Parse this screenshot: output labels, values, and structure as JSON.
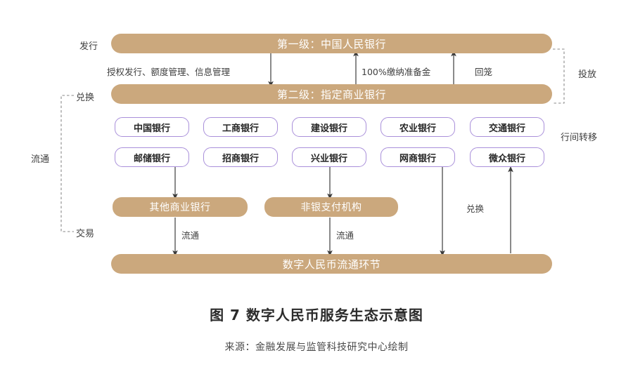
{
  "figure": {
    "caption": "图 7 数字人民币服务生态示意图",
    "source": "来源：金融发展与监管科技研究中心绘制",
    "colors": {
      "bar_fill": "#cba87d",
      "bank_border": "#a98fda",
      "bar_text": "#ffffff",
      "label_text": "#3f3f3f",
      "arrow": "#3c3c3c",
      "bracket": "#808080"
    }
  },
  "tiers": {
    "tier1": "第一级：中国人民银行",
    "tier2": "第二级：指定商业银行"
  },
  "side_labels": {
    "issue": "发行",
    "exchange": "兑换",
    "transaction": "交易",
    "circulation": "流通"
  },
  "right_labels": {
    "distribute": "投放",
    "interbank_transfer": "行间转移"
  },
  "flow_labels": {
    "authorize": "授权发行、额度管理、信息管理",
    "reserve": "100%缴纳准备金",
    "withdraw": "回笼",
    "circulate_left": "流通",
    "circulate_right": "流通",
    "exchange_right": "兑换"
  },
  "banks": {
    "row1": [
      "中国银行",
      "工商银行",
      "建设银行",
      "农业银行",
      "交通银行"
    ],
    "row2": [
      "邮储银行",
      "招商银行",
      "兴业银行",
      "网商银行",
      "微众银行"
    ]
  },
  "entities": {
    "other_commercial_banks": "其他商业银行",
    "non_bank_payment": "非银支付机构",
    "circulation_link": "数字人民币流通环节"
  }
}
